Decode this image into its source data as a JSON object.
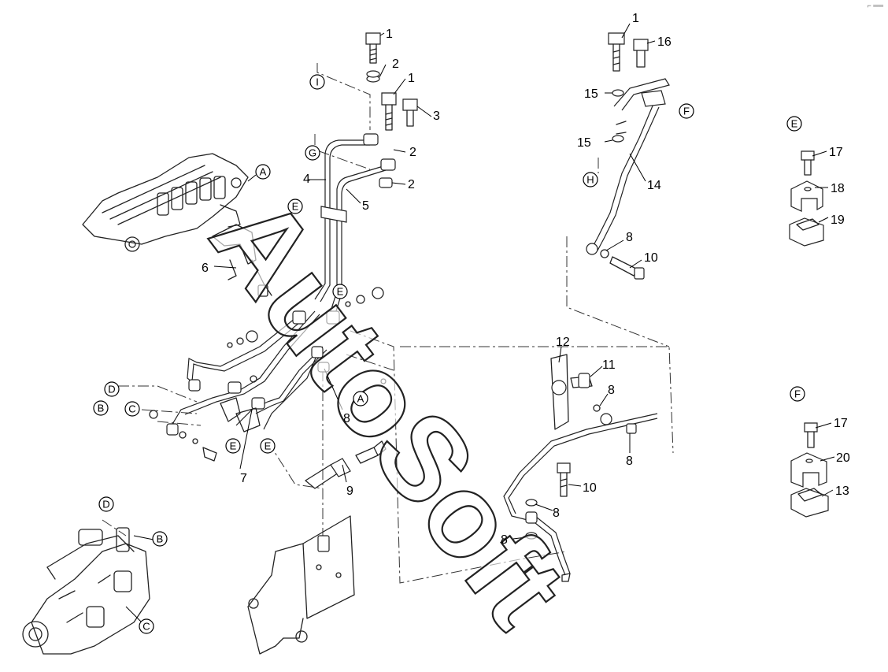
{
  "watermark": "AutoSoft",
  "corner_mark": "⌐ ══",
  "part_numbers": [
    "1",
    "2",
    "1",
    "3",
    "2",
    "2",
    "4",
    "5",
    "6",
    "7",
    "8",
    "9",
    "1",
    "16",
    "15",
    "15",
    "14",
    "8",
    "10",
    "12",
    "11",
    "8",
    "8",
    "10",
    "8",
    "8",
    "17",
    "18",
    "19",
    "17",
    "20",
    "13"
  ],
  "ref_letters": [
    "I",
    "G",
    "E",
    "A",
    "E",
    "D",
    "B",
    "C",
    "E",
    "E",
    "A",
    "D",
    "B",
    "C",
    "H",
    "F",
    "E",
    "F"
  ]
}
